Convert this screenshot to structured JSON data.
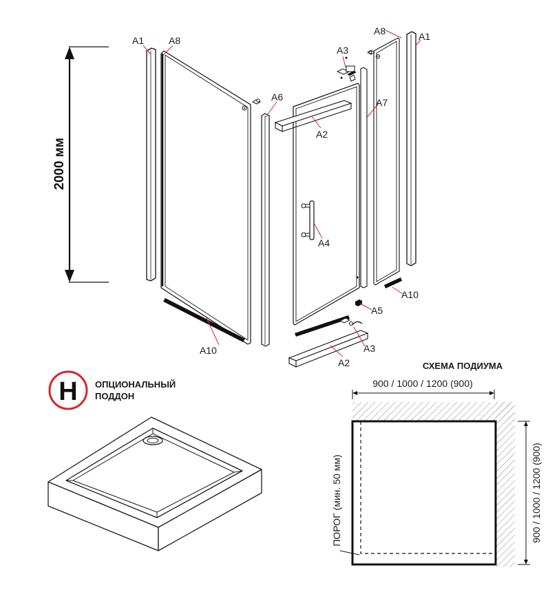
{
  "height_dimension": "2000 мм",
  "part_labels": {
    "a1_left": "A1",
    "a8_left": "A8",
    "a6": "A6",
    "a10_left": "A10",
    "a3_top": "A3",
    "a2_top": "A2",
    "a4": "A4",
    "a7": "A7",
    "a8_right": "A8",
    "a1_right": "A1",
    "a10_right": "A10",
    "a5": "A5",
    "a3_bottom": "A3",
    "a2_bottom": "A2"
  },
  "badge": {
    "letter": "H",
    "line1": "ОПЦИОНАЛЬНЫЙ",
    "line2": "ПОДДОН"
  },
  "podium": {
    "title": "СХЕМА ПОДИУМА",
    "width_label": "900 / 1000 / 1200 (900)",
    "depth_label": "900 / 1000 / 1200 (900)",
    "threshold_label": "ПОРОГ (мин. 50 мм)"
  },
  "colors": {
    "badge_ring": "#d6252b",
    "line": "#1a1a1a",
    "hatch": "#8a8a8a"
  }
}
